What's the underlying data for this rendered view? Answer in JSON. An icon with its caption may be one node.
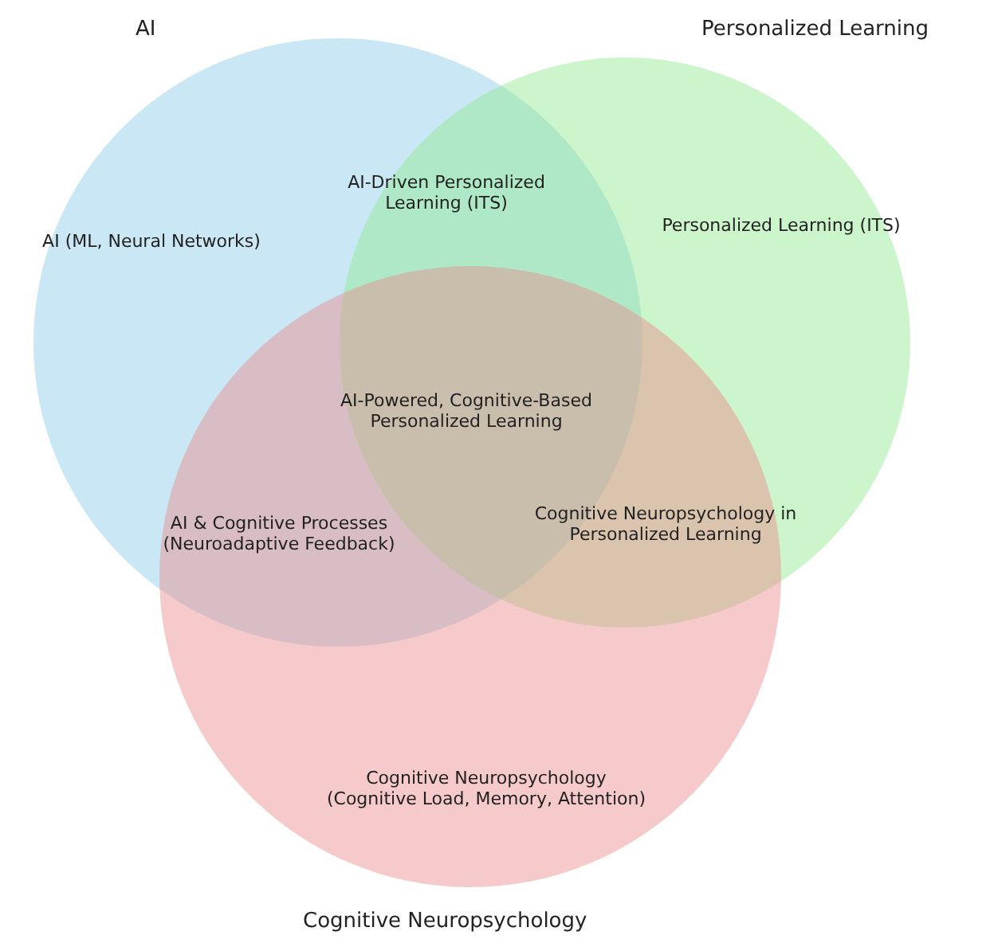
{
  "diagram": {
    "nodes": [
      {
        "text": [
          "AI (ML, Neural Networks)"
        ],
        "beside": [
          "AI"
        ]
      },
      {
        "text": [
          "Personalized Learning (ITS)"
        ],
        "beside": [
          "Personalized Learning"
        ]
      },
      {
        "text": [
          "Cognitive Neuropsychology (Cognitive Load, Memory, Attention)"
        ],
        "beside": [
          "Cognitive Neuropsychology"
        ]
      }
    ],
    "edges": [],
    "labels": [
      "AI-Driven Personalized Learning (ITS)",
      "AI-Powered, Cognitive-Based Personalized Learning",
      "AI & Cognitive Processes (Neuroadaptive Feedback)",
      "Cognitive Neuropsychology in Personalized Learning"
    ]
  }
}
